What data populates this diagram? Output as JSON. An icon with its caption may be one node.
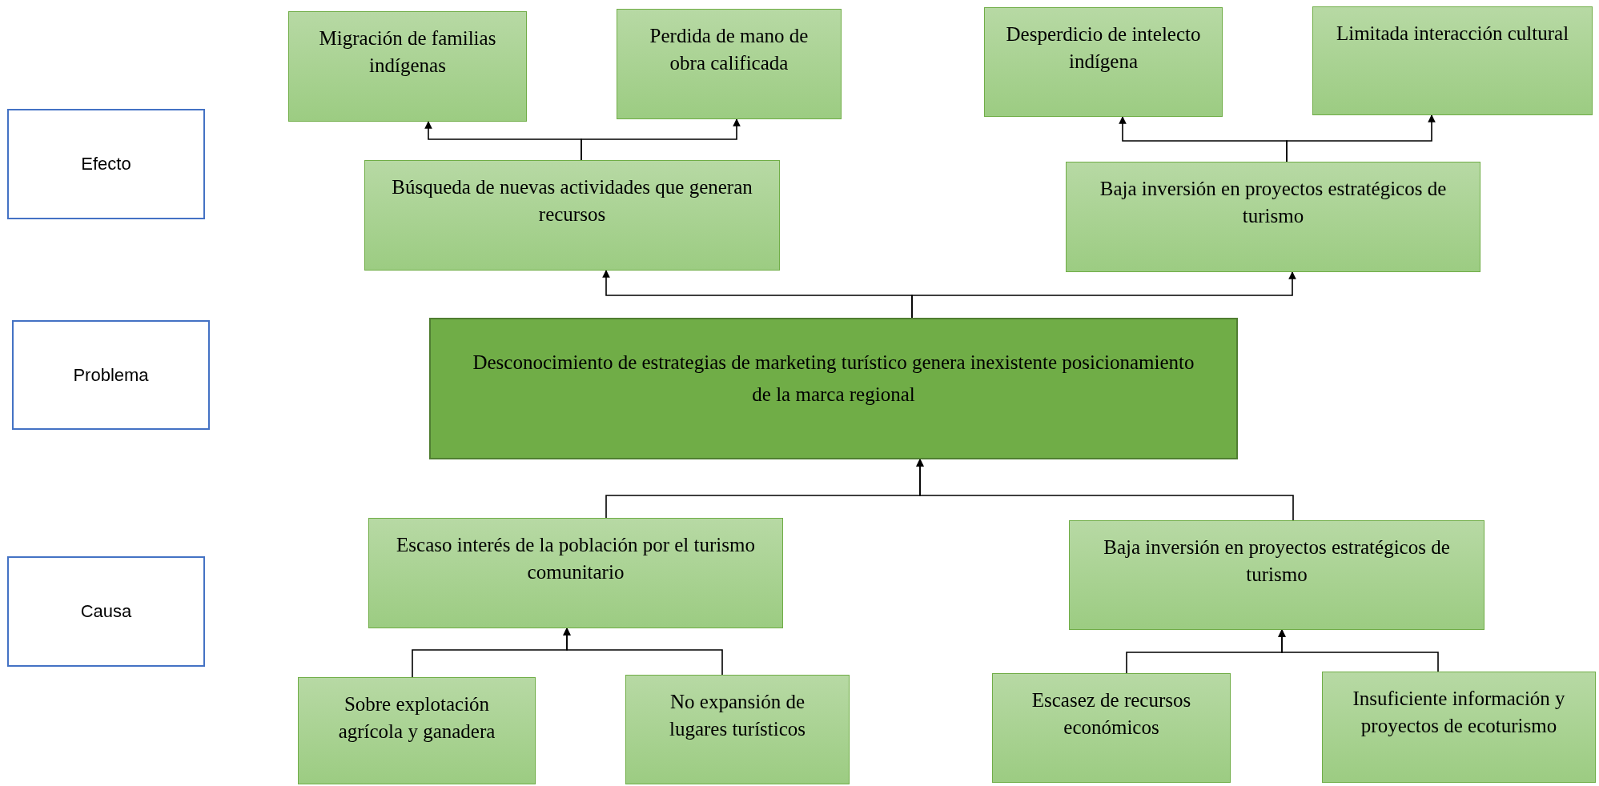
{
  "diagram": {
    "nodes": [
      {
        "text": [
          "Efecto"
        ]
      },
      {
        "text": [
          "Problema"
        ]
      },
      {
        "text": [
          "Causa"
        ]
      },
      {
        "text": [
          "Migración de familias indígenas"
        ]
      },
      {
        "text": [
          "Perdida de mano de obra calificada"
        ]
      },
      {
        "text": [
          "Desperdicio de intelecto indígena"
        ]
      },
      {
        "text": [
          "Limitada interacción cultural"
        ]
      },
      {
        "text": [
          "Búsqueda de nuevas actividades que generan recursos"
        ]
      },
      {
        "text": [
          "Baja inversión en proyectos estratégicos de turismo"
        ]
      },
      {
        "text": [
          "Desconocimiento de estrategias de marketing turístico genera inexistente posicionamiento de la marca regional"
        ]
      },
      {
        "text": [
          "Escaso interés de la población por el turismo comunitario"
        ]
      },
      {
        "text": [
          "Baja inversión en proyectos estratégicos de turismo"
        ]
      },
      {
        "text": [
          "Sobre explotación agrícola y ganadera"
        ]
      },
      {
        "text": [
          "No expansión de lugares turísticos"
        ]
      },
      {
        "text": [
          "Escasez de recursos económicos"
        ]
      },
      {
        "text": [
          "Insuficiente información y proyectos de ecoturismo"
        ]
      }
    ],
    "edges": [
      {
        "from": 7,
        "to": 3,
        "arrow": "to"
      },
      {
        "from": 7,
        "to": 4,
        "arrow": "to"
      },
      {
        "from": 8,
        "to": 5,
        "arrow": "to"
      },
      {
        "from": 8,
        "to": 6,
        "arrow": "to"
      },
      {
        "from": 9,
        "to": 7,
        "arrow": "to"
      },
      {
        "from": 9,
        "to": 8,
        "arrow": "to"
      },
      {
        "from": 10,
        "to": 9,
        "arrow": "to"
      },
      {
        "from": 11,
        "to": 9,
        "arrow": "to"
      },
      {
        "from": 12,
        "to": 10,
        "arrow": "to"
      },
      {
        "from": 13,
        "to": 10,
        "arrow": "to"
      },
      {
        "from": 14,
        "to": 11,
        "arrow": "to"
      },
      {
        "from": 15,
        "to": 11,
        "arrow": "to"
      }
    ]
  }
}
